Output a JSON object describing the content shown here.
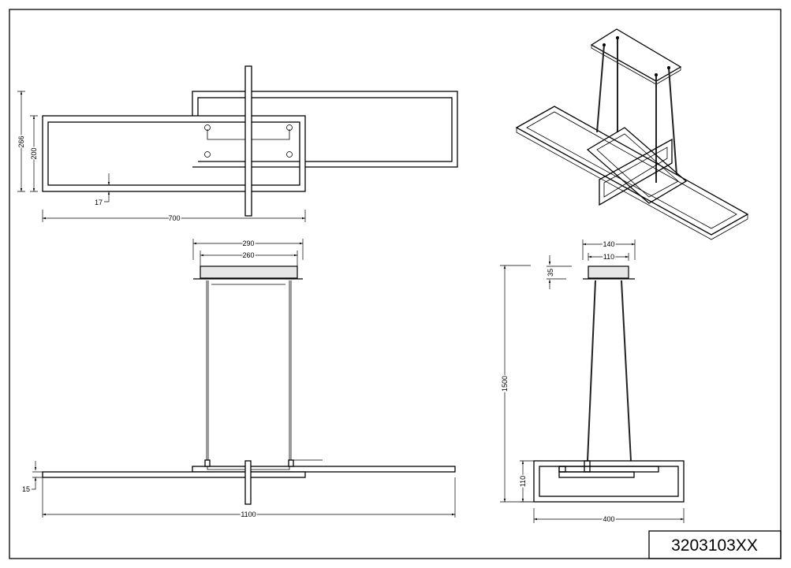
{
  "part_number": "3203103XX",
  "top_view": {
    "dim_overall_depth": "266",
    "dim_frame_depth": "200",
    "dim_frame_thickness": "17",
    "dim_frame_width": "700"
  },
  "front_view": {
    "dim_canopy_outer": "290",
    "dim_canopy_inner": "260",
    "dim_frame_height": "15",
    "dim_overall_width": "1100"
  },
  "side_view": {
    "dim_canopy_outer": "140",
    "dim_canopy_inner": "110",
    "dim_canopy_height": "35",
    "dim_overall_height": "1500",
    "dim_frame_height": "110",
    "dim_frame_width": "400"
  }
}
